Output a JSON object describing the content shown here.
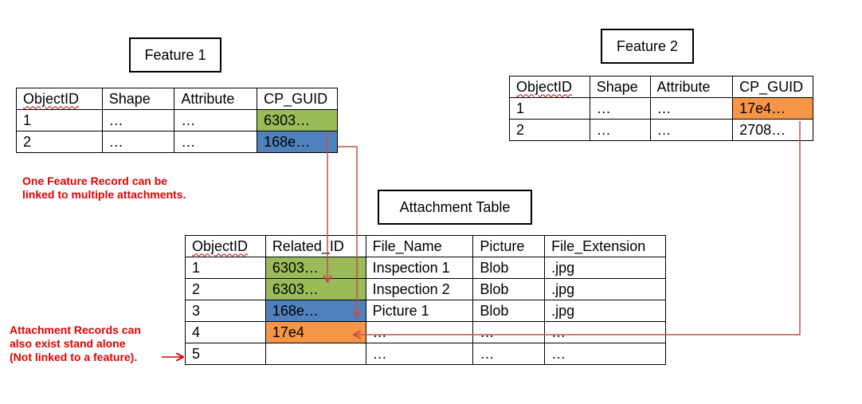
{
  "colors": {
    "green": "#9bbb59",
    "blue": "#4f81bd",
    "orange": "#f79646",
    "arrow": "#c0504d",
    "note": "#e00000"
  },
  "feature1": {
    "title": "Feature 1",
    "headers": [
      "ObjectID",
      "Shape",
      "Attribute",
      "CP_GUID"
    ],
    "rows": [
      [
        "1",
        "…",
        "…",
        "6303…"
      ],
      [
        "2",
        "…",
        "…",
        "168e…"
      ]
    ]
  },
  "feature2": {
    "title": "Feature 2",
    "headers": [
      "ObjectID",
      "Shape",
      "Attribute",
      "CP_GUID"
    ],
    "rows": [
      [
        "1",
        "…",
        "…",
        "17e4…"
      ],
      [
        "2",
        "…",
        "…",
        "2708…"
      ]
    ]
  },
  "attachment": {
    "title": "Attachment Table",
    "headers": [
      "ObjectID",
      "Related_ID",
      "File_Name",
      "Picture",
      "File_Extension"
    ],
    "rows": [
      [
        "1",
        "6303…",
        "Inspection 1",
        "Blob",
        ".jpg"
      ],
      [
        "2",
        "6303…",
        "Inspection 2",
        "Blob",
        ".jpg"
      ],
      [
        "3",
        "168e…",
        "Picture 1",
        "Blob",
        ".jpg"
      ],
      [
        "4",
        "17e4",
        "…",
        "…",
        "…"
      ],
      [
        "5",
        "",
        "…",
        "…",
        "…"
      ]
    ]
  },
  "notes": {
    "multi_line1": "One Feature Record can be",
    "multi_line2": "linked to multiple attachments.",
    "standalone_line1": "Attachment Records can",
    "standalone_line2": "also exist stand alone",
    "standalone_line3": "(Not linked to a feature)."
  }
}
